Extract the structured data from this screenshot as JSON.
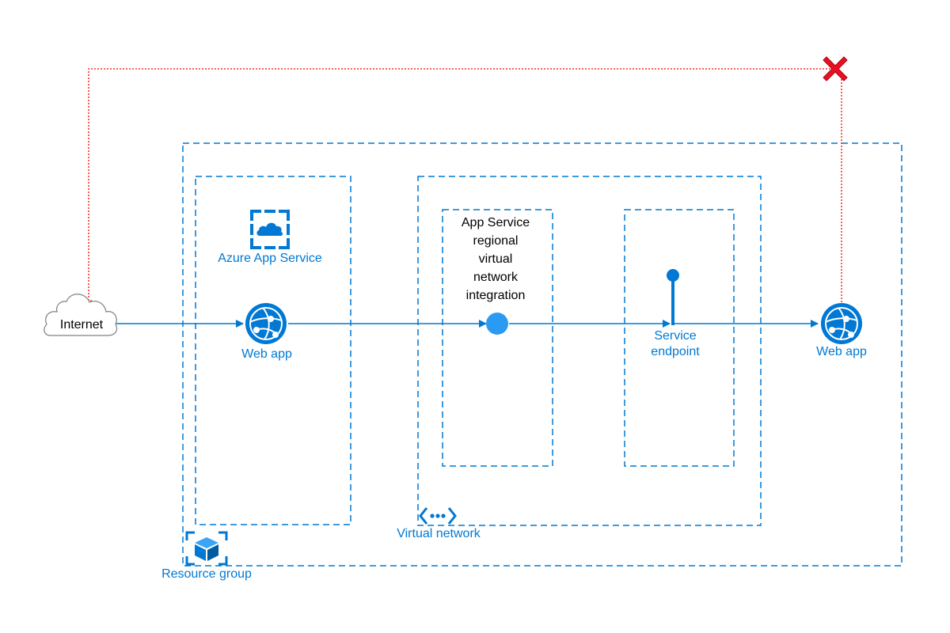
{
  "colors": {
    "azure_blue": "#0078d4",
    "light_blue": "#2b9af3",
    "blocked_red": "#e81123",
    "line_red": "#ff0000",
    "cloud_outline": "#808080"
  },
  "nodes": {
    "internet": {
      "label": "Internet",
      "icon": "cloud-icon"
    },
    "app_service": {
      "label": "Azure App Service",
      "icon": "app-service-icon"
    },
    "web_app_source": {
      "label": "Web app",
      "icon": "web-app-icon"
    },
    "vnet_integration": {
      "label_lines": [
        "App Service",
        "regional",
        "virtual",
        "network",
        "integration"
      ],
      "icon": "integration-dot-icon"
    },
    "service_endpoint": {
      "label_lines": [
        "Service",
        "endpoint"
      ],
      "icon": "service-endpoint-icon"
    },
    "web_app_target": {
      "label": "Web app",
      "icon": "web-app-icon"
    },
    "virtual_network": {
      "label": "Virtual network",
      "icon": "virtual-network-icon"
    },
    "resource_group": {
      "label": "Resource group",
      "icon": "resource-group-icon"
    },
    "blocked_marker": {
      "icon": "blocked-x-icon"
    }
  }
}
